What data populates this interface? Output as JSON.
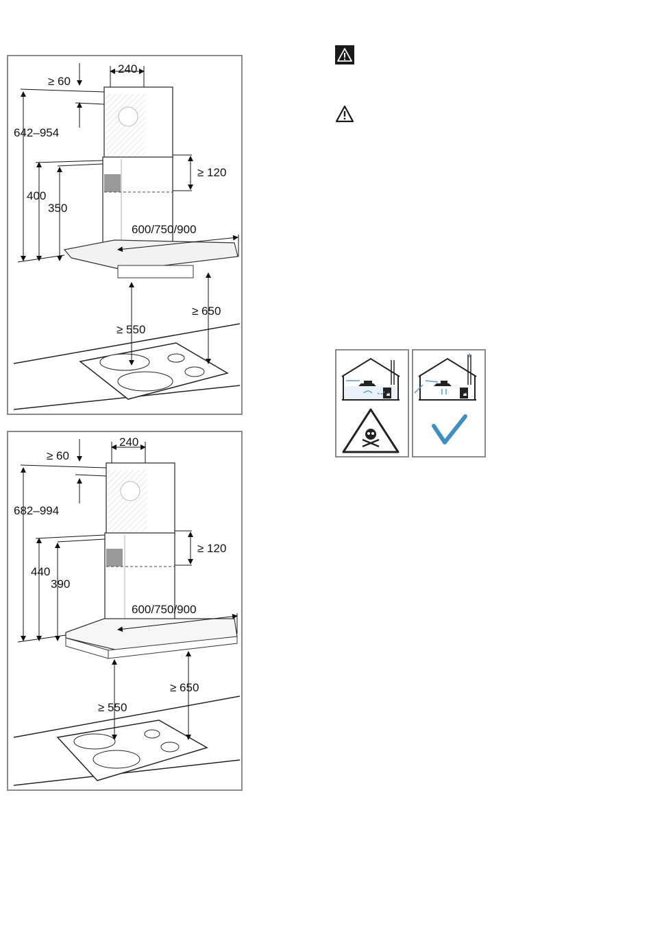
{
  "figure_glass": {
    "labels": {
      "top_clear": "≥ 60",
      "chimney_width": "240",
      "total_height": "642–954",
      "overlap": "≥ 120",
      "height_400": "400",
      "height_350": "350",
      "hood_width": "600/750/900",
      "electric_clearance": "≥ 550",
      "gas_clearance": "≥ 650"
    }
  },
  "figure_steel": {
    "labels": {
      "top_clear": "≥ 60",
      "chimney_width": "240",
      "total_height": "682–994",
      "overlap": "≥ 120",
      "height_440": "440",
      "height_390": "390",
      "hood_width": "600/750/900",
      "electric_clearance": "≥ 550",
      "gas_clearance": "≥ 650"
    }
  },
  "colors": {
    "frame": "#8a8a8a",
    "warning_fill": "#1a1a1a",
    "check": "#3b8fc4",
    "air": "#4a9fd0"
  },
  "icons": {
    "warning_filled": "warning-filled-icon",
    "warning_outline": "warning-outline-icon",
    "skull": "skull-icon",
    "check": "check-icon"
  }
}
